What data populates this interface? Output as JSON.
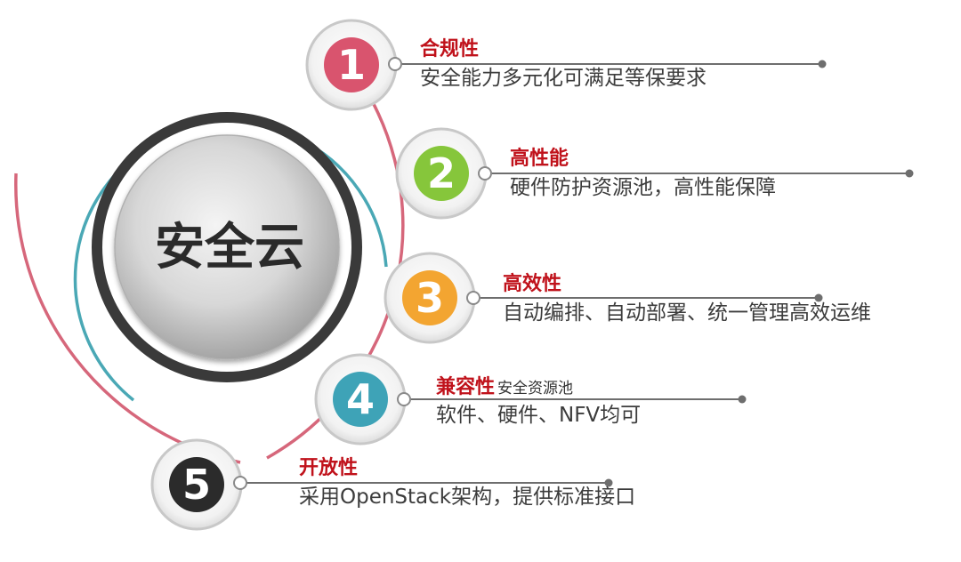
{
  "center": {
    "label": "安全云"
  },
  "items": [
    {
      "number": "1",
      "title": "合规性",
      "extra": "",
      "desc": "安全能力多元化可满足等保要求",
      "color": "#d9546e"
    },
    {
      "number": "2",
      "title": "高性能",
      "extra": "",
      "desc": "硬件防护资源池，高性能保障",
      "color": "#86c63b"
    },
    {
      "number": "3",
      "title": "高效性",
      "extra": "",
      "desc": "自动编排、自动部署、统一管理高效运维",
      "color": "#f3a531"
    },
    {
      "number": "4",
      "title": "兼容性",
      "extra": "安全资源池",
      "desc": "软件、硬件、NFV均可",
      "color": "#3ea3b7"
    },
    {
      "number": "5",
      "title": "开放性",
      "extra": "",
      "desc": "采用OpenStack架构，提供标准接口",
      "color": "#2b2b2b"
    }
  ],
  "colors": {
    "arc_pink": "#d6677b",
    "arc_teal": "#4aa8b5",
    "ring_dark": "#3a3a3a",
    "title_red": "#c0121b"
  }
}
